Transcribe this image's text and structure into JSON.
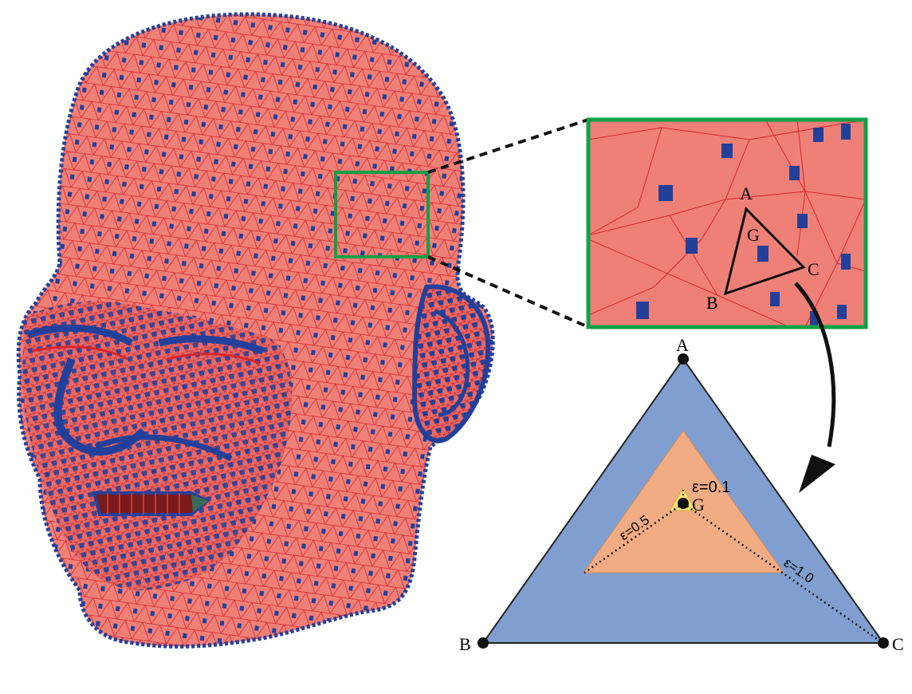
{
  "zoom_labels": {
    "A": "A",
    "B": "B",
    "C": "C",
    "G": "G"
  },
  "triangle_labels": {
    "A": "A",
    "B": "B",
    "C": "C",
    "G": "G"
  },
  "epsilon_labels": {
    "e01": "ε=0.1",
    "e05": "ε=0.5",
    "e10": "ε=1.0"
  },
  "colors": {
    "mesh_fill": "#ef8078",
    "mesh_edge": "#d8252c",
    "marker": "#22409a",
    "highlight_box": "#14a045",
    "outer_triangle": "#809fd0",
    "middle_triangle": "#f2ac84",
    "inner_triangle": "#f6e276",
    "mouth": "#7a1a1a"
  },
  "icons": {
    "curved_arrow": "curved-arrow-icon"
  }
}
